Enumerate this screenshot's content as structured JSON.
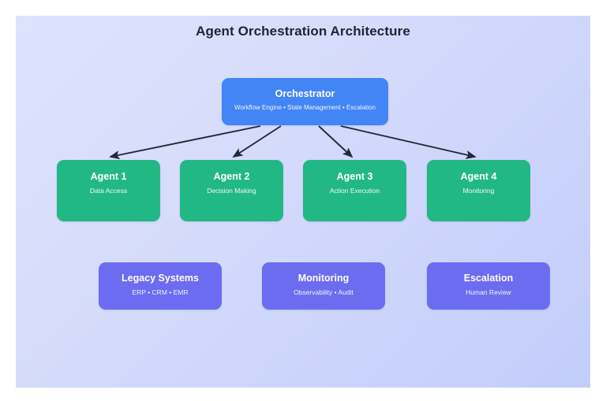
{
  "diagram": {
    "title": "Agent Orchestration Architecture",
    "background": {
      "panel_gradient_from": "#dee3fc",
      "panel_gradient_to": "#c3cdfb",
      "page": "#ffffff"
    },
    "colors": {
      "orchestrator": "#4285f4",
      "agent": "#22b886",
      "support": "#6c6cf0",
      "arrow": "#1f2937",
      "title_text": "#1f2430",
      "node_text": "#ffffff"
    },
    "orchestrator": {
      "title": "Orchestrator",
      "subtitle": "Workflow Engine • State Management • Escalation"
    },
    "agents": [
      {
        "title": "Agent 1",
        "subtitle": "Data Access"
      },
      {
        "title": "Agent 2",
        "subtitle": "Decision Making"
      },
      {
        "title": "Agent 3",
        "subtitle": "Action Execution"
      },
      {
        "title": "Agent 4",
        "subtitle": "Monitoring"
      }
    ],
    "support": [
      {
        "title": "Legacy Systems",
        "subtitle": "ERP • CRM • EMR"
      },
      {
        "title": "Monitoring",
        "subtitle": "Observability • Audit"
      },
      {
        "title": "Escalation",
        "subtitle": "Human Review"
      }
    ],
    "connections": [
      {
        "from": "Orchestrator",
        "to": "Agent 1"
      },
      {
        "from": "Orchestrator",
        "to": "Agent 2"
      },
      {
        "from": "Orchestrator",
        "to": "Agent 3"
      },
      {
        "from": "Orchestrator",
        "to": "Agent 4"
      }
    ]
  }
}
